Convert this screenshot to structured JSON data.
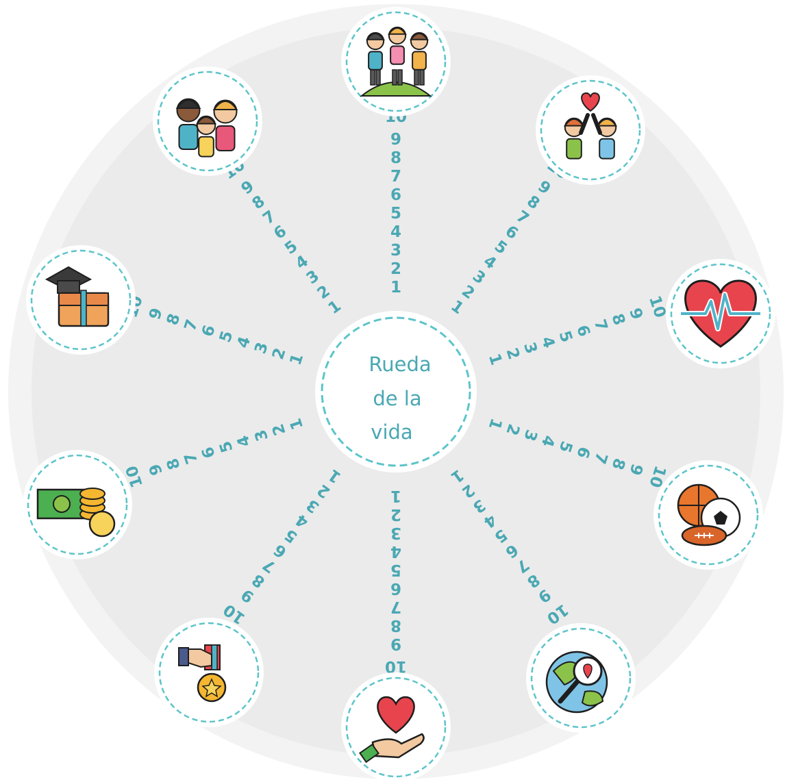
{
  "title_lines": [
    "Rueda",
    "de la",
    "vida"
  ],
  "colors": {
    "outer_ring": "#f2f2f2",
    "inner_disc": "#ebebeb",
    "accent_teal": "#4aa8b3",
    "node_fill": "#ffffff",
    "dashed_border": "#5cc4c9"
  },
  "scale_labels": [
    "1",
    "2",
    "3",
    "4",
    "5",
    "6",
    "7",
    "8",
    "9",
    "10"
  ],
  "areas": [
    {
      "id": "friends",
      "icon": "friends-icon"
    },
    {
      "id": "partner",
      "icon": "couple-heart-icon"
    },
    {
      "id": "health",
      "icon": "heart-pulse-icon"
    },
    {
      "id": "leisure",
      "icon": "sports-balls-icon"
    },
    {
      "id": "travel",
      "icon": "globe-location-icon"
    },
    {
      "id": "love",
      "icon": "hand-heart-icon"
    },
    {
      "id": "achievement",
      "icon": "hand-medal-icon"
    },
    {
      "id": "money",
      "icon": "money-coins-icon"
    },
    {
      "id": "education-career",
      "icon": "graduation-briefcase-icon"
    },
    {
      "id": "family",
      "icon": "family-icon"
    }
  ]
}
